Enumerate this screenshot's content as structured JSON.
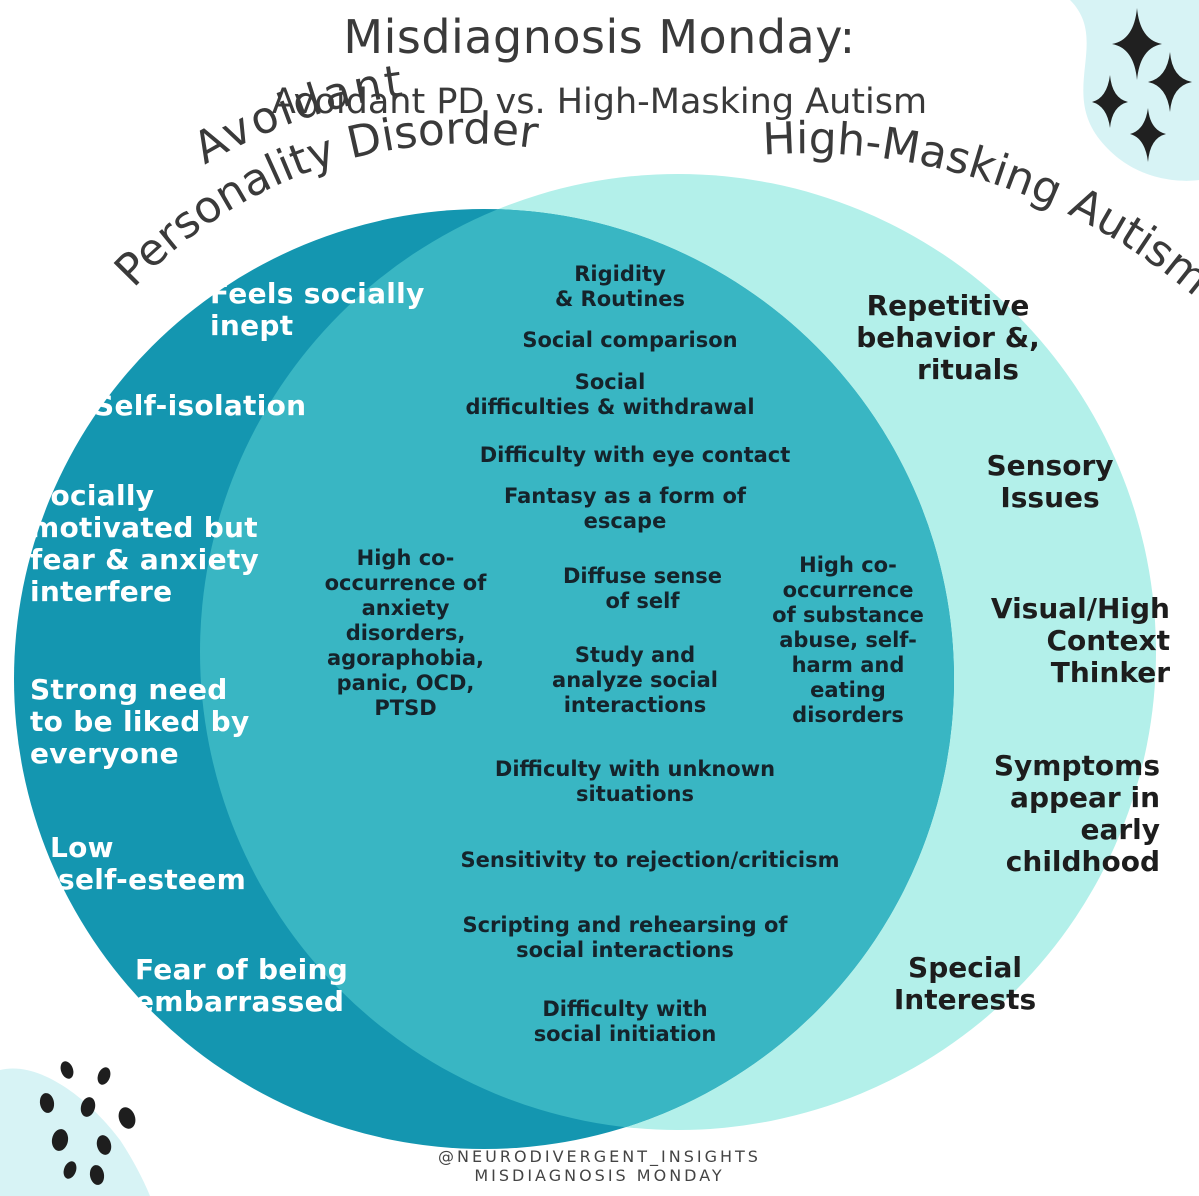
{
  "title": "Misdiagnosis Monday:",
  "subtitle": "Avoidant PD vs. High-Masking Autism",
  "circles": {
    "left": {
      "label_line1": "Avoidant",
      "label_line2": "Personality Disorder",
      "color": "#1496b0"
    },
    "right": {
      "label": "High-Masking Autism",
      "color": "#b3f0ea"
    },
    "overlap_color": "#39b6c3"
  },
  "left_only": {
    "feels_socially_inept": [
      "Feels socially",
      "inept"
    ],
    "self_isolation": "Self-isolation",
    "socially_motivated": [
      "Socially",
      "motivated but",
      "fear & anxiety",
      "interfere"
    ],
    "need_to_be_liked": [
      "Strong need",
      "to be liked by",
      "everyone"
    ],
    "low_self_esteem": [
      "Low",
      "self-esteem"
    ],
    "fear_embarrassed": [
      "Fear of being",
      "embarrassed"
    ]
  },
  "shared": {
    "rigidity": [
      "Rigidity",
      "& Routines"
    ],
    "social_comparison": "Social comparison",
    "social_difficulties": [
      "Social",
      "difficulties & withdrawal"
    ],
    "eye_contact": "Difficulty with eye contact",
    "fantasy": [
      "Fantasy as a form of",
      "escape"
    ],
    "anxiety_cooccurrence": [
      "High co-",
      "occurrence of",
      "anxiety",
      "disorders,",
      "agoraphobia,",
      "panic, OCD,",
      "PTSD"
    ],
    "diffuse_self": [
      "Diffuse sense",
      "of self"
    ],
    "study_social": [
      "Study and",
      "analyze social",
      "interactions"
    ],
    "substance_cooccurrence": [
      "High co-",
      "occurrence",
      "of substance",
      "abuse, self-",
      "harm and",
      "eating",
      "disorders"
    ],
    "unknown_situations": [
      "Difficulty with unknown",
      "situations"
    ],
    "rejection_sensitivity": "Sensitivity to rejection/criticism",
    "scripting": [
      "Scripting and rehearsing of",
      "social interactions"
    ],
    "social_initiation": [
      "Difficulty with",
      "social initiation"
    ]
  },
  "right_only": {
    "repetitive": [
      "Repetitive",
      "behavior &,",
      "rituals"
    ],
    "sensory": [
      "Sensory",
      "Issues"
    ],
    "visual_thinker": [
      "Visual/High",
      "Context",
      "Thinker"
    ],
    "early_childhood": [
      "Symptoms",
      "appear in",
      "early",
      "childhood"
    ],
    "special_interests": [
      "Special",
      "Interests"
    ]
  },
  "footer": {
    "handle": "@NEURODIVERGENT_INSIGHTS",
    "series": "MISDIAGNOSIS MONDAY"
  },
  "decor": {
    "sparkle_icon": "four-point-star",
    "dots_icon": "scattered-dots"
  }
}
